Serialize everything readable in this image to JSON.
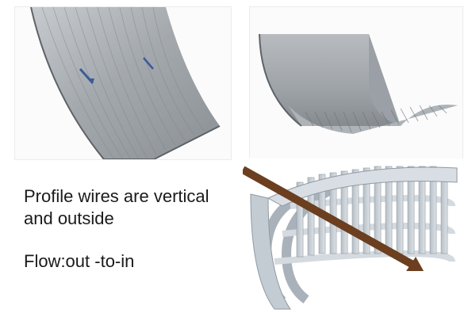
{
  "caption": {
    "line1": "Profile wires are vertical",
    "line2": "and outside",
    "line3": "Flow:out -to-in"
  },
  "colors": {
    "metal_light": "#d9dcdf",
    "metal_mid": "#a7acb1",
    "metal_dark": "#6f757b",
    "arrow_brown": "#6b3f1f",
    "blue_arrow": "#3d5a9a",
    "render_gray": "#c9d0d6"
  }
}
